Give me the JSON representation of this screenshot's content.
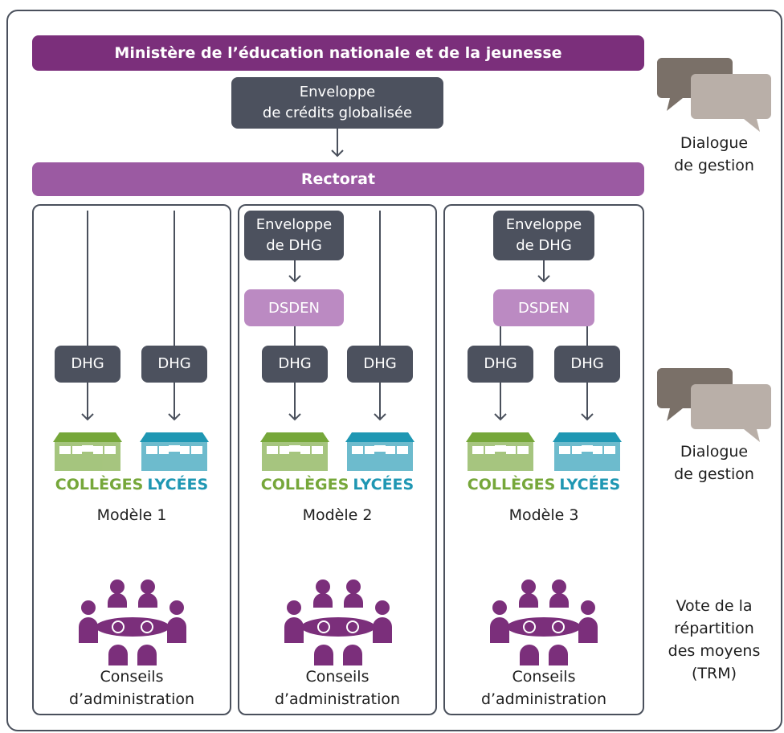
{
  "header": {
    "ministere": "Ministère de l’éducation nationale et de la jeunesse"
  },
  "enveloppe_globale": {
    "line1": "Enveloppe",
    "line2": "de crédits globalisée"
  },
  "rectorat": "Rectorat",
  "side": {
    "dialogue1": {
      "line1": "Dialogue",
      "line2": "de gestion"
    },
    "dialogue2": {
      "line1": "Dialogue",
      "line2": "de gestion"
    },
    "vote": {
      "line1": "Vote de la",
      "line2": "répartition",
      "line3": "des moyens",
      "line4": "(TRM)"
    }
  },
  "models": [
    {
      "name": "Modèle 1",
      "dhg_left": "DHG",
      "dhg_right": "DHG",
      "colleges": "COLLÈGES",
      "lycees": "LYCÉES",
      "conseils_line1": "Conseils",
      "conseils_line2": "d’administration"
    },
    {
      "name": "Modèle 2",
      "env_line1": "Enveloppe",
      "env_line2": "de DHG",
      "dsden": "DSDEN",
      "dhg_left": "DHG",
      "dhg_right": "DHG",
      "colleges": "COLLÈGES",
      "lycees": "LYCÉES",
      "conseils_line1": "Conseils",
      "conseils_line2": "d’administration"
    },
    {
      "name": "Modèle 3",
      "env_line1": "Enveloppe",
      "env_line2": "de DHG",
      "dsden": "DSDEN",
      "dhg_left": "DHG",
      "dhg_right": "DHG",
      "colleges": "COLLÈGES",
      "lycees": "LYCÉES",
      "conseils_line1": "Conseils",
      "conseils_line2": "d’administration"
    }
  ],
  "colors": {
    "ministere": "#7b2f7b",
    "rectorat": "#9b5aa2",
    "dark_box": "#4c515e",
    "dsden": "#bb8ac2",
    "college_green": "#76a73a",
    "lycee_blue": "#1f97b3",
    "people_purple": "#7b2f7b"
  }
}
